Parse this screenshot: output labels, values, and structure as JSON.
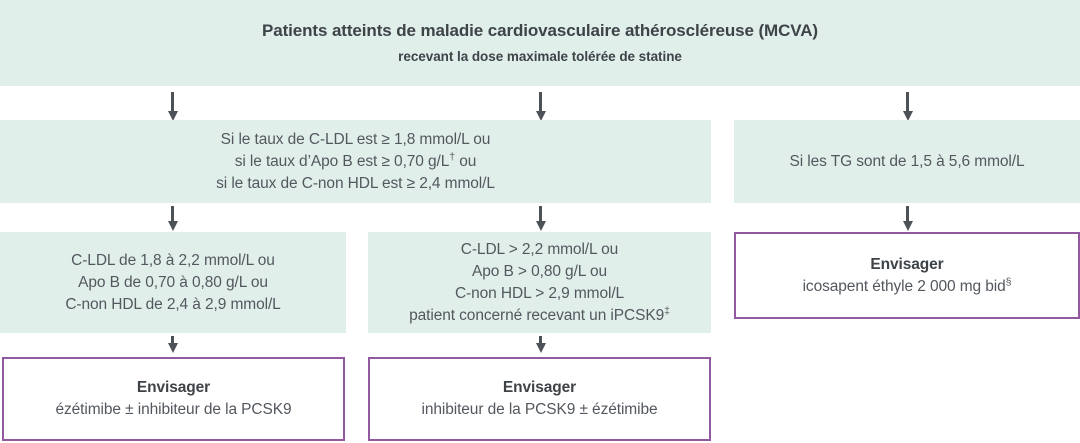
{
  "header": {
    "title_line1": "Patients atteints de maladie cardiovasculaire athéroscléreuse (MCVA)",
    "title_line2": "recevant la dose maximale tolérée de statine"
  },
  "criteria_row": {
    "ldl_apob_box": {
      "line1": "Si le taux de C-LDL est ≥ 1,8 mmol/L ou",
      "line2_pre": "si le taux d’Apo B est ≥ 0,70 g/L",
      "line2_sup": "†",
      "line2_post": " ou",
      "line3": "si le taux de C-non HDL est ≥ 2,4 mmol/L"
    },
    "tg_box": {
      "line1": "Si les TG sont de 1,5 à 5,6 mmol/L"
    }
  },
  "threshold_row": {
    "moderate_box": {
      "line1": "C-LDL de 1,8 à 2,2 mmol/L ou",
      "line2": "Apo B de 0,70 à 0,80 g/L ou",
      "line3": "C-non HDL de 2,4 à 2,9 mmol/L"
    },
    "high_box": {
      "line1": "C-LDL > 2,2 mmol/L ou",
      "line2": "Apo B > 0,80 g/L ou",
      "line3": "C-non HDL > 2,9 mmol/L",
      "line4_pre": "patient concerné recevant un iPCSK9",
      "line4_sup": "‡"
    },
    "icosapent_box": {
      "heading": "Envisager",
      "line_pre": "icosapent éthyle 2 000 mg bid",
      "line_sup": "§"
    }
  },
  "treatment_row": {
    "ezetimibe_box": {
      "heading": "Envisager",
      "line1": "ézétimibe ± inhibiteur de la PCSK9"
    },
    "pcsk9_box": {
      "heading": "Envisager",
      "line1": "inhibiteur de la PCSK9 ± ézétimibe"
    }
  },
  "colors": {
    "teal_fill": "#e1efeb",
    "purple_border": "#9159a0",
    "text": "#53585e",
    "arrow": "#4d5257"
  },
  "arrows": {
    "icon": "arrow-down-icon",
    "count": 6
  }
}
